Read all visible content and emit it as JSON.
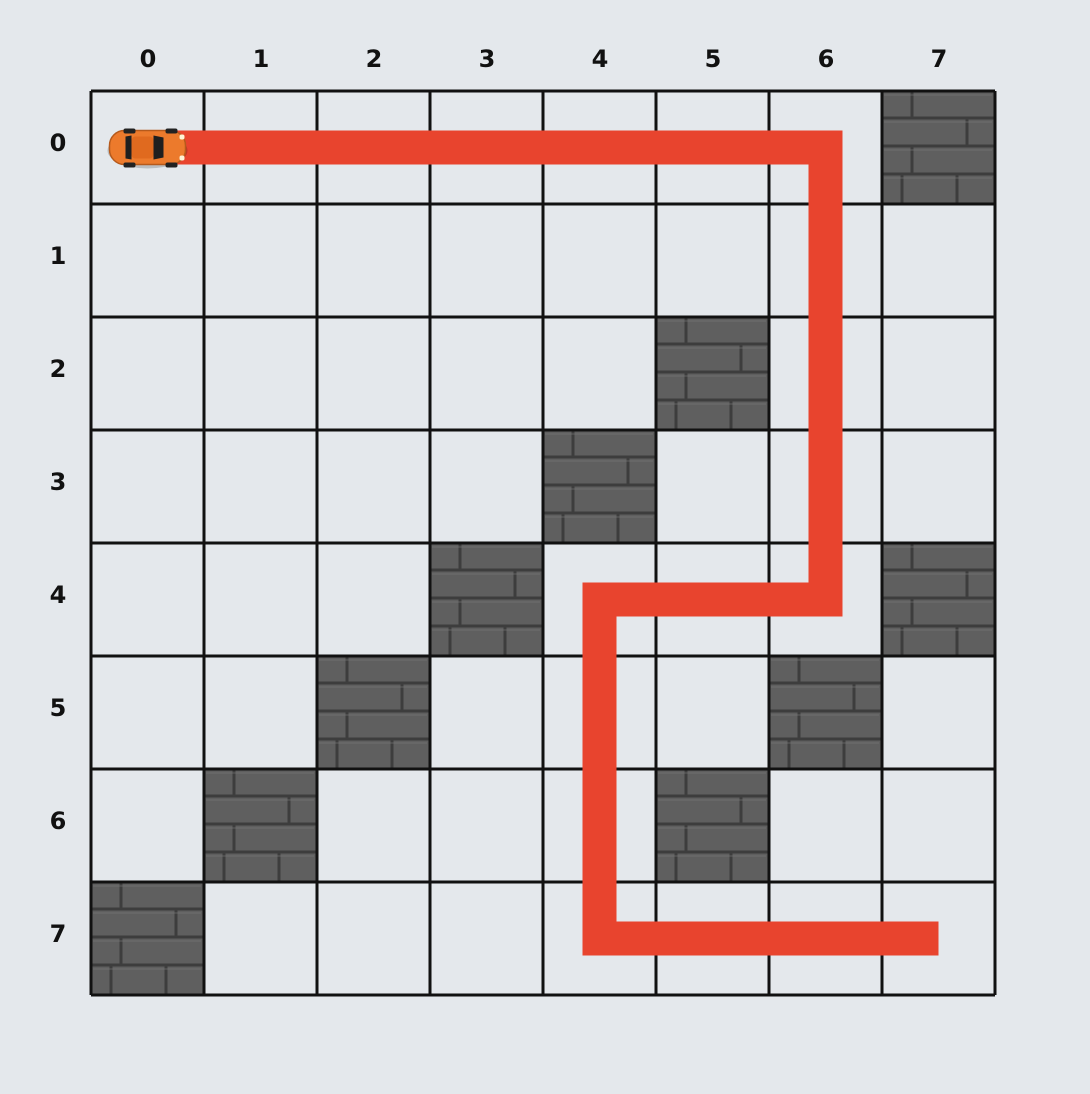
{
  "grid": {
    "rows": 8,
    "cols": 8,
    "col_labels": [
      "0",
      "1",
      "2",
      "3",
      "4",
      "5",
      "6",
      "7"
    ],
    "row_labels": [
      "0",
      "1",
      "2",
      "3",
      "4",
      "5",
      "6",
      "7"
    ],
    "walls": [
      [
        0,
        7
      ],
      [
        2,
        5
      ],
      [
        3,
        4
      ],
      [
        4,
        3
      ],
      [
        4,
        7
      ],
      [
        5,
        2
      ],
      [
        5,
        6
      ],
      [
        6,
        1
      ],
      [
        6,
        5
      ],
      [
        7,
        0
      ]
    ]
  },
  "car": {
    "icon": "car-icon",
    "cell": [
      0,
      0
    ],
    "facing": "right",
    "color": "#ec7a2c"
  },
  "path": {
    "color": "#e8442e",
    "cells": [
      [
        0,
        0
      ],
      [
        0,
        6
      ],
      [
        4,
        6
      ],
      [
        4,
        4
      ],
      [
        7,
        4
      ],
      [
        7,
        7
      ]
    ]
  },
  "colors": {
    "background": "#e4e8ec",
    "grid_line": "#111111",
    "wall": "#5f5f5f",
    "wall_mortar": "#3b3b3b"
  }
}
